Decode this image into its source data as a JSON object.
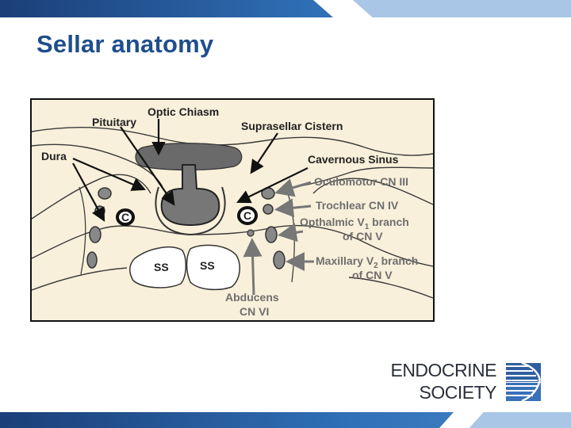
{
  "slide": {
    "title": "Sellar anatomy"
  },
  "diagram": {
    "labels": {
      "pituitary": "Pituitary",
      "optic_chiasm": "Optic Chiasm",
      "suprasellar_cistern": "Suprasellar Cistern",
      "dura": "Dura",
      "cavernous_sinus": "Cavernous Sinus",
      "oculomotor": "Oculomotor CN III",
      "trochlear": "Trochlear CN IV",
      "ophthalmic_main": "Opthalmic V",
      "ophthalmic_sub": "1",
      "ophthalmic_tail": " branch",
      "ophthalmic_line2": "of CN V",
      "maxillary_main": "Maxillary V",
      "maxillary_sub": "2",
      "maxillary_tail": " branch",
      "maxillary_line2": "of CN V",
      "abducens_line1": "Abducens",
      "abducens_line2": "CN VI",
      "carotid_left": "C",
      "carotid_right": "C",
      "sphenoid_left": "SS",
      "sphenoid_right": "SS"
    }
  },
  "logo": {
    "line1": "ENDOCRINE",
    "line2": "SOCIETY"
  },
  "colors": {
    "title": "#1f4e8c",
    "band_dark": "#1f4e8c",
    "band_light": "#9fbfe0",
    "figure_bg": "#f8f0da",
    "gray_label": "#6e6e6e"
  }
}
